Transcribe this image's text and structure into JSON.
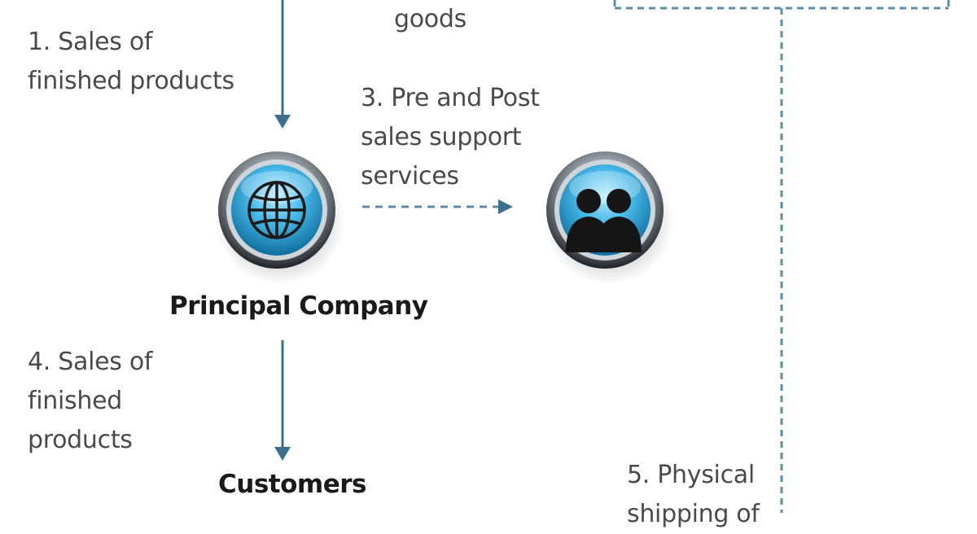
{
  "diagram": {
    "top_goods_label": "goods",
    "edge_1_label": "1. Sales of\nfinished products",
    "edge_3_label": "3. Pre and Post\nsales support\nservices",
    "edge_4_label": "4. Sales of\nfinished\nproducts",
    "edge_5_label": "5. Physical\nshipping of",
    "principal_company_label": "Principal Company",
    "customers_label": "Customers",
    "principal_icon": "globe-icon",
    "service_icon": "people-icon",
    "colors": {
      "arrow": "#3b6f8f",
      "dashed": "#5b8fa8",
      "text": "#4a4a4a",
      "node_label": "#1a1a1a",
      "icon_blue": "#3fb6e6"
    }
  }
}
